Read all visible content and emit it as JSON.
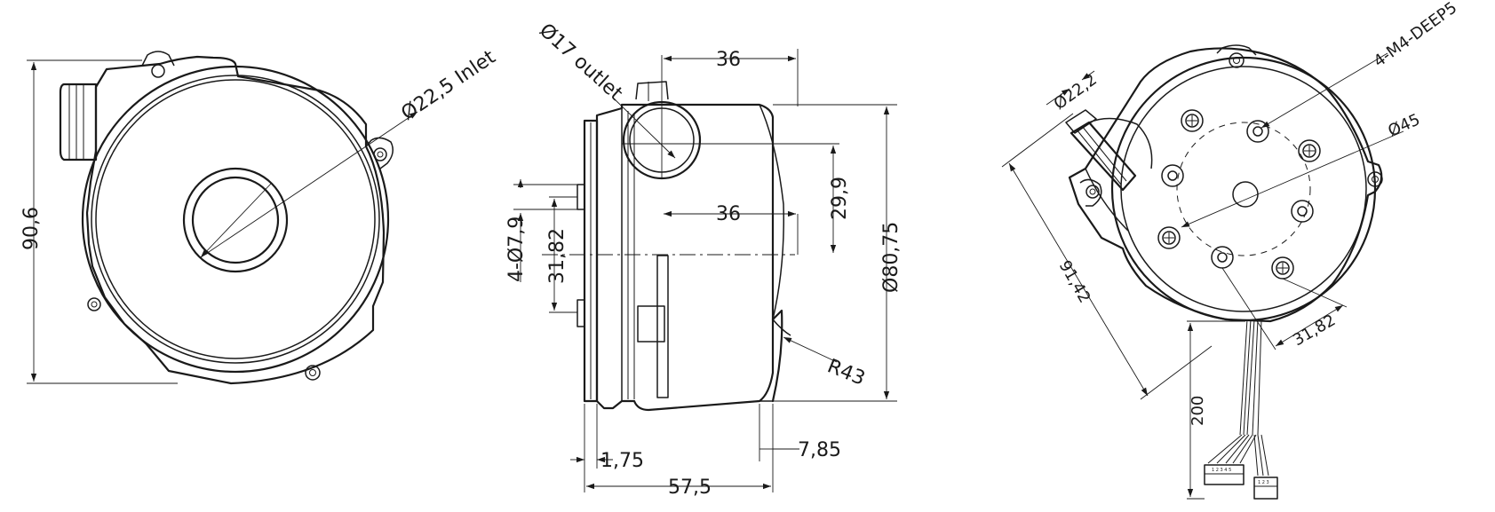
{
  "dimensions": {
    "front": {
      "inlet_diameter": "Ø22,5 Inlet",
      "height": "90,6"
    },
    "side": {
      "outlet_diameter": "Ø17 outlet",
      "outlet_offset_top": "36",
      "outlet_offset_mid": "36",
      "outlet_center_height": "29,9",
      "mount_holes": "4-Ø7,9",
      "hole_spacing": "31,82",
      "body_diameter": "Ø80,75",
      "radius": "R43",
      "flange_thickness": "1,75",
      "rear_offset": "7,85",
      "overall_length": "57,5"
    },
    "rear": {
      "thread_holes": "4-M4-DEEP5",
      "tube_diameter": "Ø22,2",
      "pitch_circle": "Ø45",
      "diagonal": "91,42",
      "hole_spacing": "31,82",
      "cable_length": "200",
      "connector_pins_a": "1 2 3 4 5",
      "connector_pins_b": "1 2 3"
    }
  }
}
